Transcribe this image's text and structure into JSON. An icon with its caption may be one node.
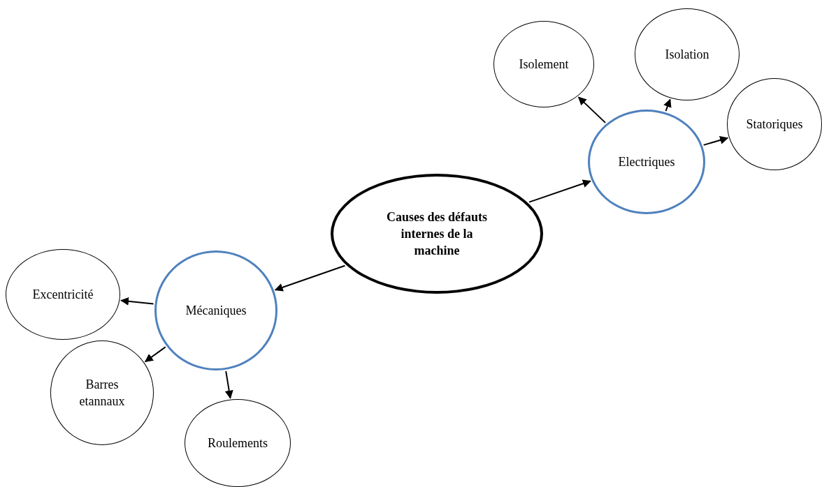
{
  "diagram": {
    "nodes": [
      {
        "text": [
          "Causes des défauts internes de la machine"
        ]
      },
      {
        "text": [
          "Electriques"
        ]
      },
      {
        "text": [
          "Isolement"
        ]
      },
      {
        "text": [
          "Isolation"
        ]
      },
      {
        "text": [
          "Statoriques"
        ]
      },
      {
        "text": [
          "Mécaniques"
        ]
      },
      {
        "text": [
          "Excentricité"
        ]
      },
      {
        "text": [
          "Barres etannaux"
        ]
      },
      {
        "text": [
          "Roulements"
        ]
      }
    ],
    "edges": [
      {
        "from": 0,
        "to": 1,
        "arrow": "to"
      },
      {
        "from": 1,
        "to": 2,
        "arrow": "to"
      },
      {
        "from": 1,
        "to": 3,
        "arrow": "to"
      },
      {
        "from": 1,
        "to": 4,
        "arrow": "to"
      },
      {
        "from": 0,
        "to": 5,
        "arrow": "to"
      },
      {
        "from": 5,
        "to": 6,
        "arrow": "to"
      },
      {
        "from": 5,
        "to": 7,
        "arrow": "to"
      },
      {
        "from": 5,
        "to": 8,
        "arrow": "to"
      }
    ]
  }
}
